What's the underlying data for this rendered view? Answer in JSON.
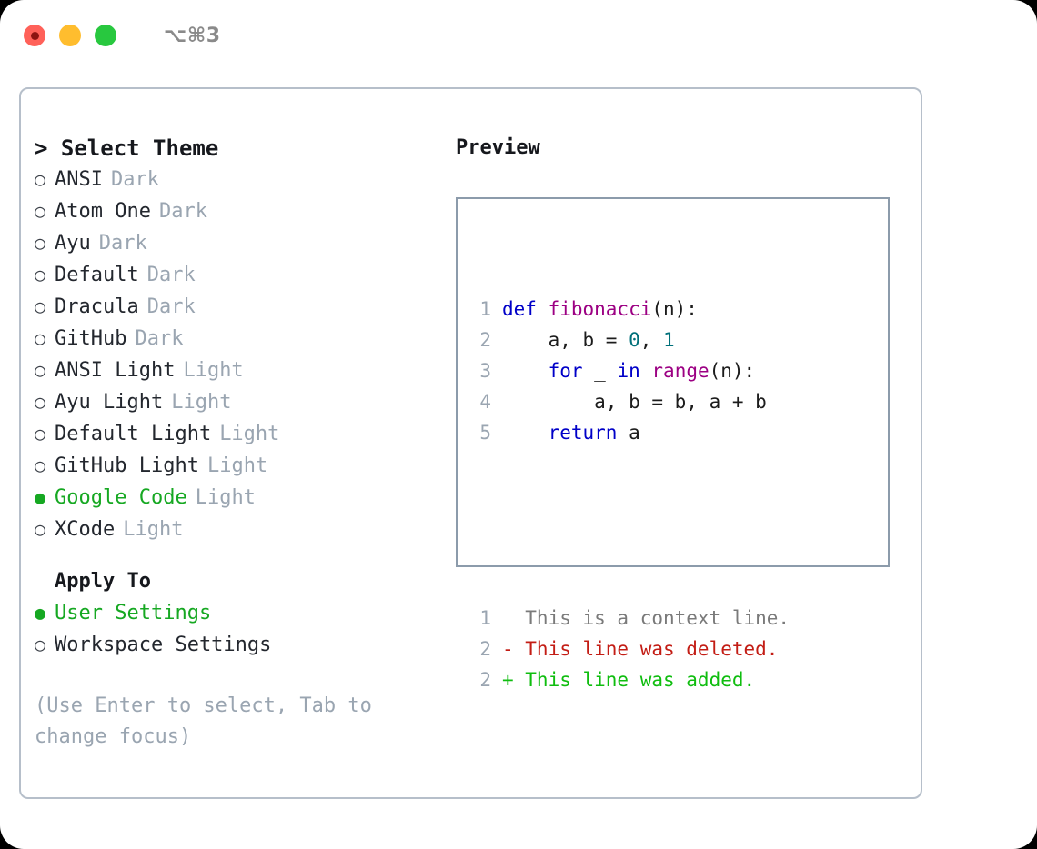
{
  "titlebar": {
    "shortcut": "⌥⌘3",
    "buttons": [
      {
        "name": "close",
        "color": "#ff6159"
      },
      {
        "name": "minimize",
        "color": "#ffbd2e"
      },
      {
        "name": "zoom",
        "color": "#28c83f"
      }
    ]
  },
  "theme_list": {
    "header": "> Select Theme",
    "selected_bullet": "●",
    "unselected_bullet": "○",
    "items": [
      {
        "bullet": "○",
        "name": "ANSI",
        "kind": "Dark",
        "selected": false
      },
      {
        "bullet": "○",
        "name": "Atom One",
        "kind": "Dark",
        "selected": false
      },
      {
        "bullet": "○",
        "name": "Ayu",
        "kind": "Dark",
        "selected": false
      },
      {
        "bullet": "○",
        "name": "Default",
        "kind": "Dark",
        "selected": false
      },
      {
        "bullet": "○",
        "name": "Dracula",
        "kind": "Dark",
        "selected": false
      },
      {
        "bullet": "○",
        "name": "GitHub",
        "kind": "Dark",
        "selected": false
      },
      {
        "bullet": "○",
        "name": "ANSI Light",
        "kind": "Light",
        "selected": false
      },
      {
        "bullet": "○",
        "name": "Ayu Light",
        "kind": "Light",
        "selected": false
      },
      {
        "bullet": "○",
        "name": "Default Light",
        "kind": "Light",
        "selected": false
      },
      {
        "bullet": "○",
        "name": "GitHub Light",
        "kind": "Light",
        "selected": false
      },
      {
        "bullet": "●",
        "name": "Google Code",
        "kind": "Light",
        "selected": true
      },
      {
        "bullet": "○",
        "name": "XCode",
        "kind": "Light",
        "selected": false
      }
    ]
  },
  "apply_to": {
    "header": "Apply To",
    "options": [
      {
        "bullet": "●",
        "label": "User Settings",
        "selected": true
      },
      {
        "bullet": "○",
        "label": "Workspace Settings",
        "selected": false
      }
    ]
  },
  "hint": "(Use Enter to select, Tab to change focus)",
  "preview": {
    "title": "Preview",
    "code_lines": [
      {
        "lineno": "1",
        "tokens": [
          {
            "text": "def ",
            "cls": "tok-kw"
          },
          {
            "text": "fibonacci",
            "cls": "tok-fn"
          },
          {
            "text": "(n):",
            "cls": "tok-pl"
          }
        ]
      },
      {
        "lineno": "2",
        "tokens": [
          {
            "text": "    a, b = ",
            "cls": "tok-pl"
          },
          {
            "text": "0",
            "cls": "tok-num"
          },
          {
            "text": ", ",
            "cls": "tok-pl"
          },
          {
            "text": "1",
            "cls": "tok-num"
          }
        ]
      },
      {
        "lineno": "3",
        "tokens": [
          {
            "text": "    ",
            "cls": "tok-pl"
          },
          {
            "text": "for",
            "cls": "tok-kw"
          },
          {
            "text": " _ ",
            "cls": "tok-pl"
          },
          {
            "text": "in",
            "cls": "tok-kw"
          },
          {
            "text": " ",
            "cls": "tok-pl"
          },
          {
            "text": "range",
            "cls": "tok-fn"
          },
          {
            "text": "(n):",
            "cls": "tok-pl"
          }
        ]
      },
      {
        "lineno": "4",
        "tokens": [
          {
            "text": "        a, b = b, a + b",
            "cls": "tok-pl"
          }
        ]
      },
      {
        "lineno": "5",
        "tokens": [
          {
            "text": "    ",
            "cls": "tok-pl"
          },
          {
            "text": "return",
            "cls": "tok-kw"
          },
          {
            "text": " a",
            "cls": "tok-pl"
          }
        ]
      }
    ],
    "diff_lines": [
      {
        "lineno": "1",
        "text": "  This is a context line.",
        "cls": "diff-ctx"
      },
      {
        "lineno": "2",
        "text": "- This line was deleted.",
        "cls": "diff-del"
      },
      {
        "lineno": "2",
        "text": "+ This line was added.",
        "cls": "diff-add"
      }
    ]
  },
  "colors": {
    "accent_green": "#16a822",
    "muted": "#9aa5b1",
    "panel_border": "#b6bfca",
    "preview_border": "#8c9bab",
    "keyword": "#0000c8",
    "function": "#9c0083",
    "number": "#00707a",
    "diff_added": "#0fbd0f",
    "diff_deleted": "#c31d15",
    "diff_context": "#7a7a7a"
  }
}
